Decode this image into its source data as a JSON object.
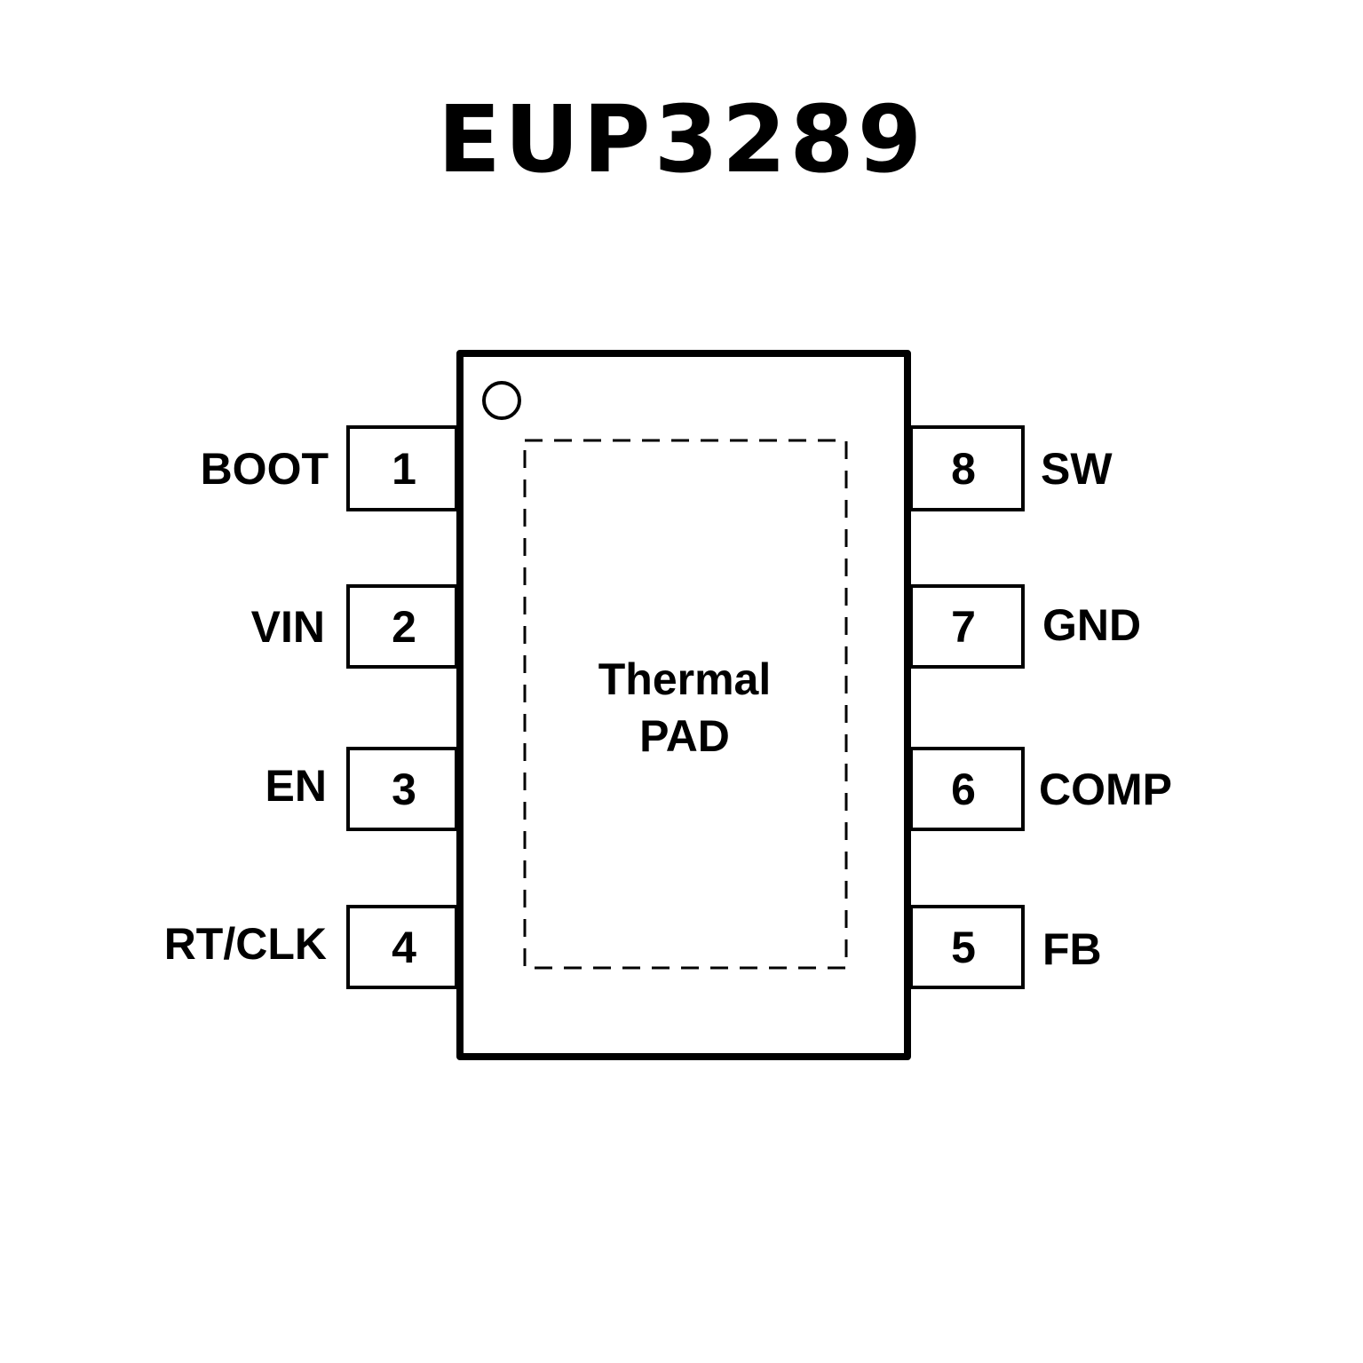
{
  "title": "EUP3289",
  "package": {
    "thermal_pad": {
      "line1": "Thermal",
      "line2": "PAD"
    }
  },
  "pins_left": [
    {
      "number": "1",
      "name": "BOOT"
    },
    {
      "number": "2",
      "name": "VIN"
    },
    {
      "number": "3",
      "name": "EN"
    },
    {
      "number": "4",
      "name": "RT/CLK"
    }
  ],
  "pins_right": [
    {
      "number": "8",
      "name": "SW"
    },
    {
      "number": "7",
      "name": "GND"
    },
    {
      "number": "6",
      "name": "COMP"
    },
    {
      "number": "5",
      "name": "FB"
    }
  ]
}
